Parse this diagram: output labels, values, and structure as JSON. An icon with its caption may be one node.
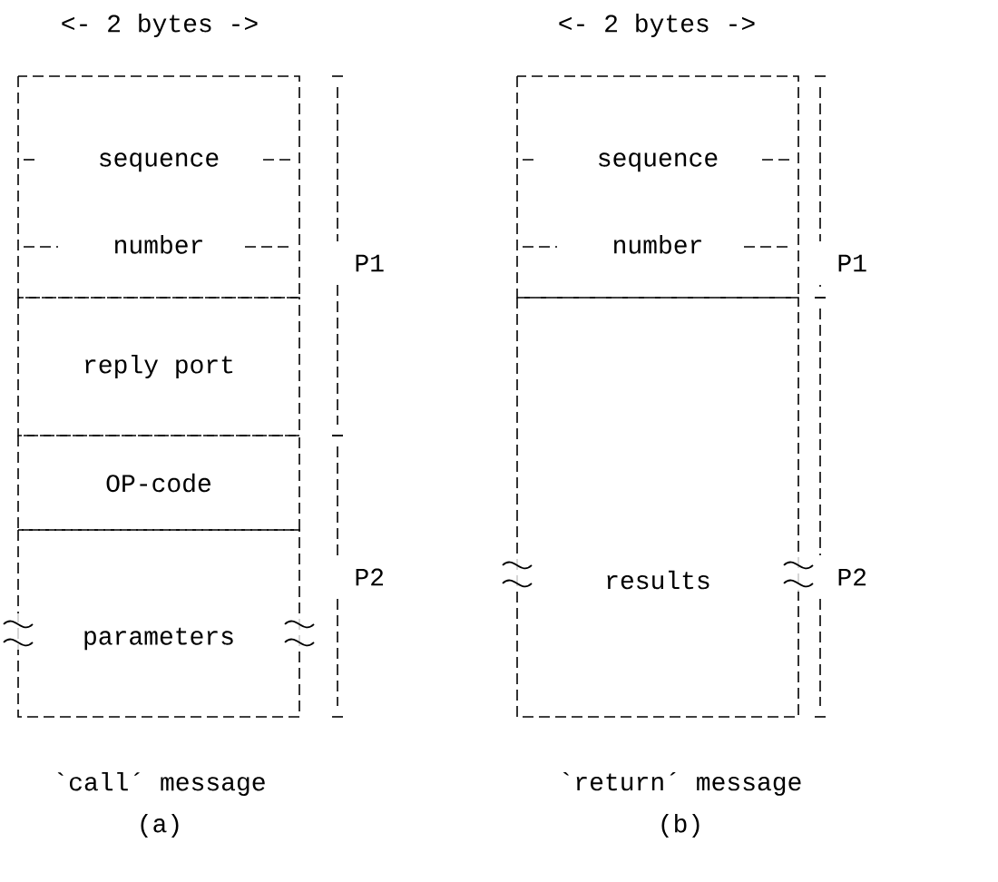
{
  "diagram": {
    "nodes": [
      {
        "text": [
          "sequence number"
        ]
      },
      {
        "text": [
          "reply port"
        ]
      },
      {
        "text": [
          "OP-code"
        ]
      },
      {
        "text": [
          "parameters"
        ]
      },
      {
        "text": [
          "sequence number"
        ]
      },
      {
        "text": [
          "results"
        ]
      }
    ],
    "labels": [
      "<- 2 bytes ->",
      "P1",
      "P2",
      "`call´ message",
      "(a)",
      "<- 2 bytes ->",
      "P1",
      "P2",
      "`return´ message",
      "(b)"
    ]
  }
}
